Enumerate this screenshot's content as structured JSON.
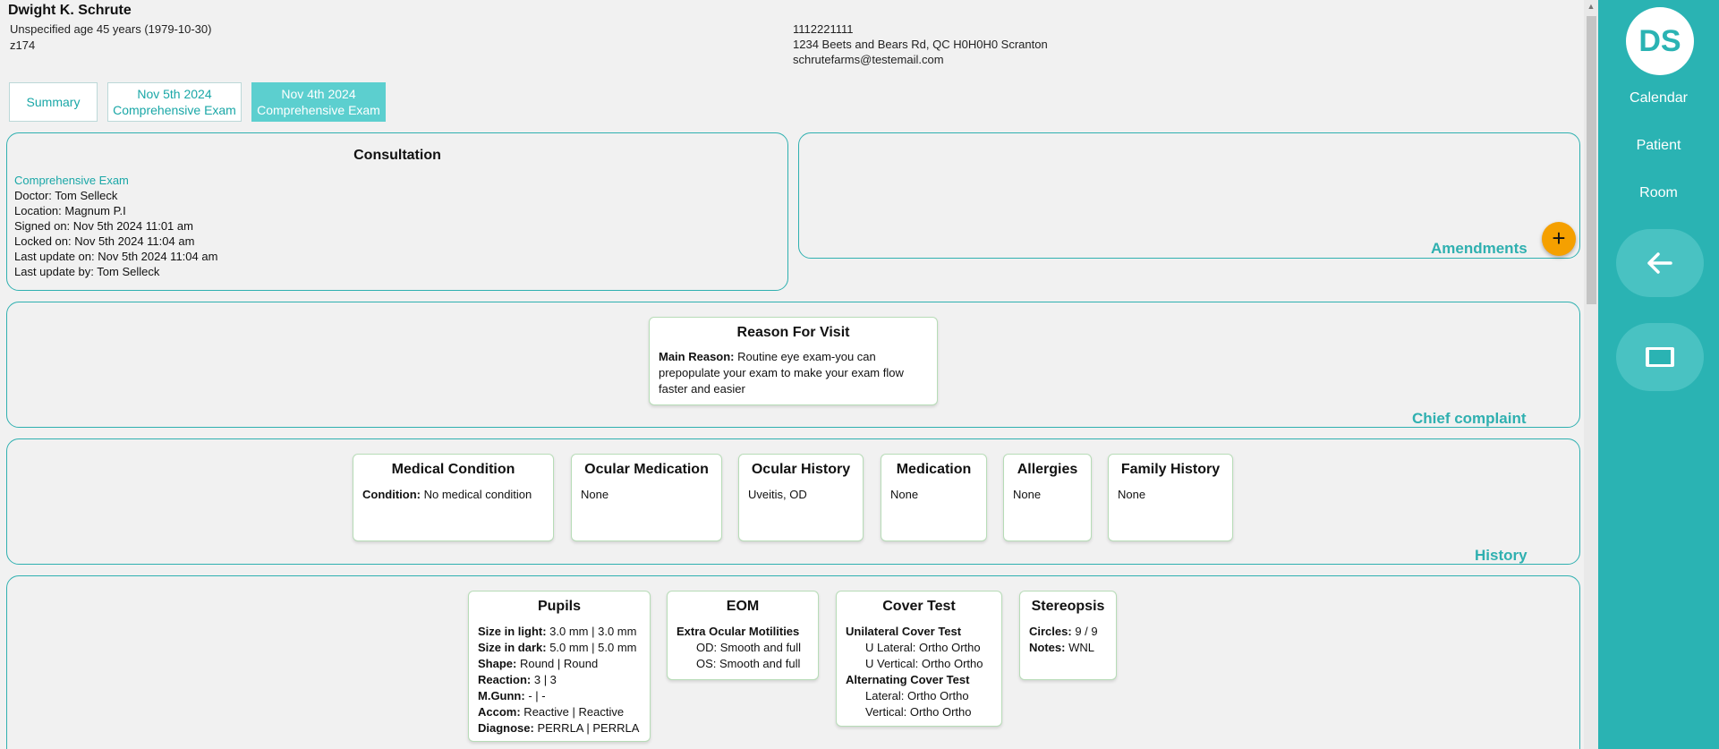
{
  "patient": {
    "name": "Dwight K. Schrute",
    "age_line": "Unspecified age 45 years  (1979-10-30)",
    "id": "z174",
    "phone": "1112221111",
    "address": "1234  Beets and Bears Rd, QC H0H0H0 Scranton",
    "email": "schrutefarms@testemail.com"
  },
  "tabs": [
    {
      "line1": "Summary",
      "line2": ""
    },
    {
      "line1": "Nov 5th 2024",
      "line2": "Comprehensive Exam"
    },
    {
      "line1": "Nov 4th 2024",
      "line2": "Comprehensive Exam"
    }
  ],
  "consultation": {
    "title": "Consultation",
    "exam_type": "Comprehensive Exam",
    "lines": [
      "Doctor: Tom Selleck",
      "Location: Magnum P.I",
      "Signed on: Nov 5th 2024 11:01 am",
      "Locked on: Nov 5th 2024 11:04 am",
      "Last update on: Nov 5th 2024 11:04 am",
      "Last update by: Tom Selleck"
    ]
  },
  "amendments": {
    "title": "Amendments",
    "add_icon": "plus-icon",
    "add_symbol": "+"
  },
  "chief_complaint": {
    "section_title": "Chief complaint",
    "card_title": "Reason For Visit",
    "label": "Main Reason:",
    "value": " Routine eye exam-you can prepopulate your exam to make your exam flow faster and easier"
  },
  "history": {
    "section_title": "History",
    "cards": {
      "medical_condition": {
        "title": "Medical Condition",
        "label": "Condition:",
        "value": " No medical condition"
      },
      "ocular_medication": {
        "title": "Ocular Medication",
        "value": "None"
      },
      "ocular_history": {
        "title": "Ocular History",
        "value": "Uveitis, OD"
      },
      "medication": {
        "title": "Medication",
        "value": "None"
      },
      "allergies": {
        "title": "Allergies",
        "value": "None"
      },
      "family_history": {
        "title": "Family History",
        "value": "None"
      }
    }
  },
  "exam": {
    "pupils": {
      "title": "Pupils",
      "rows": [
        {
          "label": "Size in light:",
          "value": " 3.0 mm | 3.0 mm"
        },
        {
          "label": "Size in dark:",
          "value": " 5.0 mm | 5.0 mm"
        },
        {
          "label": "Shape:",
          "value": " Round | Round"
        },
        {
          "label": "Reaction:",
          "value": " 3 | 3"
        },
        {
          "label": "M.Gunn:",
          "value": " - | -"
        },
        {
          "label": "Accom:",
          "value": " Reactive | Reactive"
        },
        {
          "label": "Diagnose:",
          "value": " PERRLA | PERRLA"
        }
      ]
    },
    "eom": {
      "title": "EOM",
      "heading": "Extra Ocular Motilities",
      "od": "OD: Smooth and full",
      "os": "OS: Smooth and full"
    },
    "cover_test": {
      "title": "Cover Test",
      "unilateral_heading": "Unilateral Cover Test",
      "u_lateral": "U Lateral: Ortho Ortho",
      "u_vertical": "U Vertical: Ortho Ortho",
      "alternating_heading": "Alternating Cover Test",
      "lateral": "Lateral: Ortho Ortho",
      "vertical": "Vertical: Ortho Ortho"
    },
    "stereopsis": {
      "title": "Stereopsis",
      "circles_label": "Circles:",
      "circles_value": " 9 / 9",
      "notes_label": "Notes:",
      "notes_value": " WNL"
    }
  },
  "sidebar": {
    "avatar_initials": "DS",
    "links": [
      "Calendar",
      "Patient",
      "Room"
    ],
    "back_icon": "arrow-left-icon",
    "tablet_icon": "tablet-icon"
  },
  "colors": {
    "accent": "#2ab3b3",
    "fab": "#f5a000",
    "active_tab": "#5ccfcf"
  }
}
